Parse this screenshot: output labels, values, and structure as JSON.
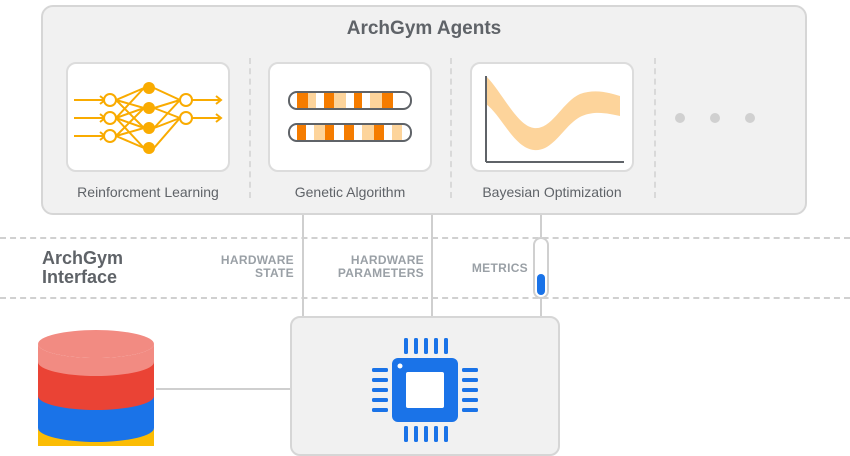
{
  "agents": {
    "title": "ArchGym Agents",
    "items": [
      {
        "label": "Reinforcment Learning",
        "icon": "neural-network-icon"
      },
      {
        "label": "Genetic Algorithm",
        "icon": "chromosome-icon"
      },
      {
        "label": "Bayesian Optimization",
        "icon": "bayesian-curve-icon"
      }
    ],
    "more_icon": "ellipsis-icon"
  },
  "interface": {
    "title_line1": "ArchGym",
    "title_line2": "Interface",
    "signals": [
      {
        "line1": "HARDWARE",
        "line2": "STATE"
      },
      {
        "line1": "HARDWARE",
        "line2": "PARAMETERS"
      },
      {
        "line1": "METRICS",
        "line2": ""
      }
    ]
  },
  "colors": {
    "neural": "#f9ab00",
    "chromosome_dark": "#f57c00",
    "chromosome_light": "#fdd49b",
    "curve_band": "#fdd49b",
    "metrics_fill": "#1a73e8",
    "chip": "#1a73e8",
    "db_top": "#f28b82",
    "db_middle1": "#ea4335",
    "db_middle2": "#1a73e8",
    "db_bottom": "#fbbc04"
  }
}
